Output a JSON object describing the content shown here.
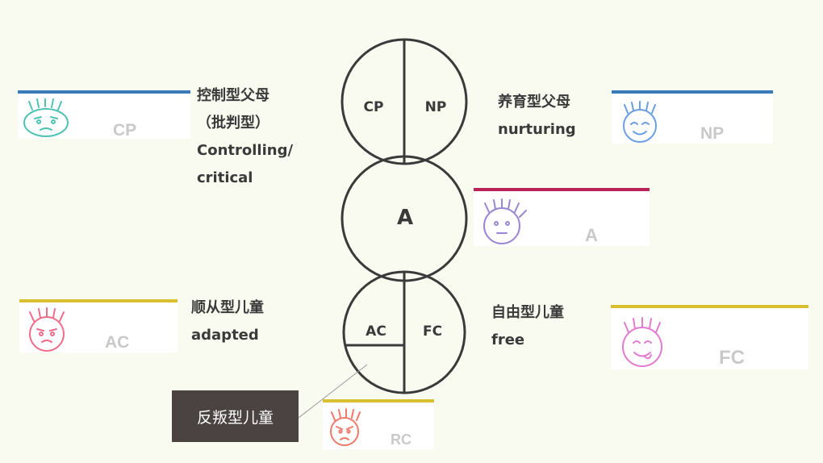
{
  "circles": {
    "cp": "CP",
    "np": "NP",
    "a": "A",
    "ac": "AC",
    "fc": "FC"
  },
  "labels": {
    "cp": [
      "控制型父母",
      "（批判型）",
      "Controlling/",
      "critical"
    ],
    "np": [
      "养育型父母",
      "nurturing"
    ],
    "ac": [
      "顺从型儿童",
      "adapted"
    ],
    "fc": [
      "自由型儿童",
      "free"
    ],
    "rc": "反叛型儿童"
  },
  "cards": {
    "cp": {
      "tag": "CP",
      "color": "#3a7ab8",
      "face": "#4fc3b3"
    },
    "np": {
      "tag": "NP",
      "color": "#3a7ab8",
      "face": "#6a9fe0"
    },
    "a": {
      "tag": "A",
      "color": "#b8235a",
      "face": "#9a86d4"
    },
    "ac": {
      "tag": "AC",
      "color": "#d8c030",
      "face": "#ee6b8a"
    },
    "fc": {
      "tag": "FC",
      "color": "#d8c030",
      "face": "#e37bd0"
    },
    "rc": {
      "tag": "RC",
      "color": "#d8c030",
      "face": "#ee7a6b"
    }
  }
}
